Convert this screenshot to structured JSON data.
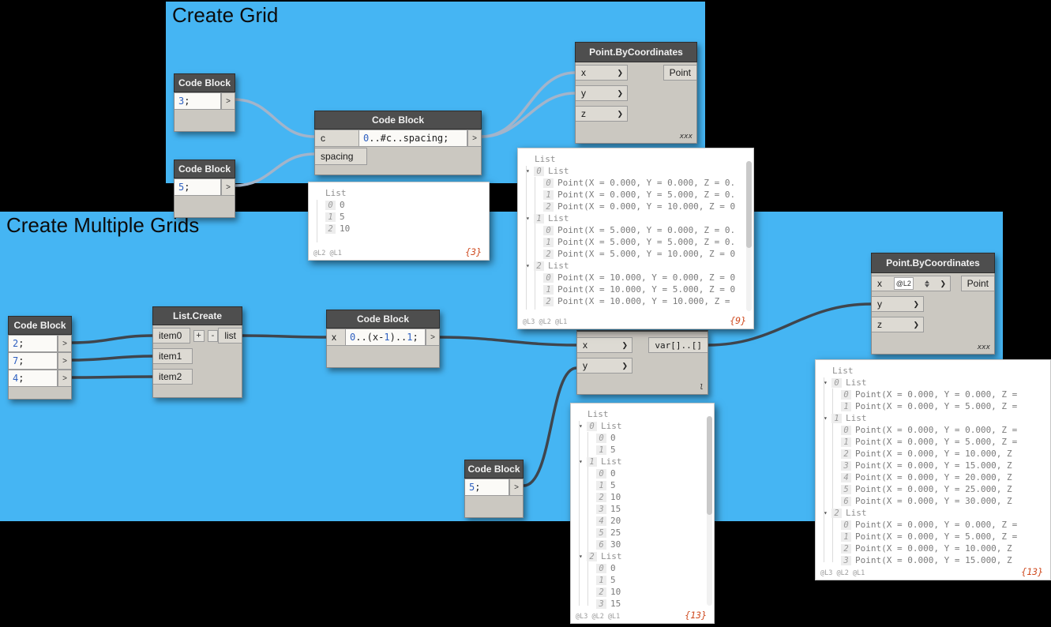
{
  "colors": {
    "group_blue": "#45b5f3",
    "wire_light": "#a3b4ca",
    "wire_dark": "#3f454d",
    "number_blue": "#2d5fc0",
    "count_orange": "#cf4a1f",
    "node_header": "#4e4e4e",
    "node_body": "#cbc8c1"
  },
  "groups": {
    "grid": {
      "title": "Create Grid"
    },
    "multi": {
      "title": "Create Multiple Grids"
    }
  },
  "nodes": {
    "cb3": {
      "title": "Code Block",
      "num": "3",
      "rest": ";",
      "out": ">"
    },
    "cb5a": {
      "title": "Code Block",
      "num": "5",
      "rest": ";",
      "out": ">"
    },
    "cb_range_grid": {
      "title": "Code Block",
      "in_c": "c",
      "in_spacing": "spacing",
      "code_num": "0",
      "code_rest": "..#c..spacing;",
      "out": ">"
    },
    "pbc_grid": {
      "title": "Point.ByCoordinates",
      "in_x": "x",
      "in_y": "y",
      "in_z": "z",
      "out": "Point",
      "lacing": "xxx"
    },
    "cb_multi_values": {
      "title": "Code Block",
      "lines": [
        {
          "num": "2",
          "rest": ";"
        },
        {
          "num": "7",
          "rest": ";"
        },
        {
          "num": "4",
          "rest": ";"
        }
      ],
      "out": ">"
    },
    "list_create": {
      "title": "List.Create",
      "in_0": "item0",
      "in_1": "item1",
      "in_2": "item2",
      "add": "+",
      "remove": "-",
      "out": "list"
    },
    "cb_range_multi": {
      "title": "Code Block",
      "in_x": "x",
      "p1": "0",
      "p2": "..(x-",
      "p3": "1",
      "p4": ")..",
      "p5": "1",
      "p6": ";",
      "out": ">"
    },
    "var_node": {
      "in_x": "x",
      "in_y": "y",
      "out": "var[]..[]",
      "lacing": "l"
    },
    "cb5b": {
      "title": "Code Block",
      "num": "5",
      "rest": ";",
      "out": ">"
    },
    "pbc_multi": {
      "title": "Point.ByCoordinates",
      "in_x": "x",
      "x_level": "@L2",
      "in_y": "y",
      "in_z": "z",
      "out": "Point",
      "lacing": "xxx"
    }
  },
  "panels": {
    "p3": {
      "rows": [
        {
          "k": "root",
          "v": "List",
          "d": 1
        },
        {
          "i": "0",
          "v": "0",
          "d": 1
        },
        {
          "i": "1",
          "v": "5",
          "d": 1
        },
        {
          "i": "2",
          "v": "10",
          "d": 1
        }
      ],
      "tags": "@L2 @L1",
      "count": "{3}"
    },
    "p9": {
      "rows": [
        {
          "k": "root",
          "v": "List",
          "d": 1
        },
        {
          "k": "sub",
          "tri": "▾",
          "i": "0",
          "v": "List",
          "d": 0
        },
        {
          "i": "0",
          "v": "Point(X = 0.000, Y = 0.000, Z = 0.",
          "d": 2
        },
        {
          "i": "1",
          "v": "Point(X = 0.000, Y = 5.000, Z = 0.",
          "d": 2
        },
        {
          "i": "2",
          "v": "Point(X = 0.000, Y = 10.000, Z = 0",
          "d": 2
        },
        {
          "k": "sub",
          "tri": "▾",
          "i": "1",
          "v": "List",
          "d": 0
        },
        {
          "i": "0",
          "v": "Point(X = 5.000, Y = 0.000, Z = 0.",
          "d": 2
        },
        {
          "i": "1",
          "v": "Point(X = 5.000, Y = 5.000, Z = 0.",
          "d": 2
        },
        {
          "i": "2",
          "v": "Point(X = 5.000, Y = 10.000, Z = 0",
          "d": 2
        },
        {
          "k": "sub",
          "tri": "▾",
          "i": "2",
          "v": "List",
          "d": 0
        },
        {
          "i": "0",
          "v": "Point(X = 10.000, Y = 0.000, Z = 0",
          "d": 2
        },
        {
          "i": "1",
          "v": "Point(X = 10.000, Y = 5.000, Z = 0",
          "d": 2
        },
        {
          "i": "2",
          "v": "Point(X = 10.000, Y = 10.000, Z =",
          "d": 2
        }
      ],
      "tags": "@L3 @L2 @L1",
      "count": "{9}"
    },
    "pm13": {
      "rows": [
        {
          "k": "root",
          "v": "List",
          "d": 1
        },
        {
          "k": "sub",
          "tri": "▾",
          "i": "0",
          "v": "List",
          "d": 0
        },
        {
          "i": "0",
          "v": "0",
          "d": 2
        },
        {
          "i": "1",
          "v": "5",
          "d": 2
        },
        {
          "k": "sub",
          "tri": "▾",
          "i": "1",
          "v": "List",
          "d": 0
        },
        {
          "i": "0",
          "v": "0",
          "d": 2
        },
        {
          "i": "1",
          "v": "5",
          "d": 2
        },
        {
          "i": "2",
          "v": "10",
          "d": 2
        },
        {
          "i": "3",
          "v": "15",
          "d": 2
        },
        {
          "i": "4",
          "v": "20",
          "d": 2
        },
        {
          "i": "5",
          "v": "25",
          "d": 2
        },
        {
          "i": "6",
          "v": "30",
          "d": 2
        },
        {
          "k": "sub",
          "tri": "▾",
          "i": "2",
          "v": "List",
          "d": 0
        },
        {
          "i": "0",
          "v": "0",
          "d": 2
        },
        {
          "i": "1",
          "v": "5",
          "d": 2
        },
        {
          "i": "2",
          "v": "10",
          "d": 2
        },
        {
          "i": "3",
          "v": "15",
          "d": 2
        }
      ],
      "tags": "@L3 @L2 @L1",
      "count": "{13}"
    },
    "pbr13": {
      "rows": [
        {
          "k": "root",
          "v": "List",
          "d": 1
        },
        {
          "k": "sub",
          "tri": "▾",
          "i": "0",
          "v": "List",
          "d": 0
        },
        {
          "i": "0",
          "v": "Point(X = 0.000, Y = 0.000, Z =",
          "d": 2
        },
        {
          "i": "1",
          "v": "Point(X = 0.000, Y = 5.000, Z =",
          "d": 2
        },
        {
          "k": "sub",
          "tri": "▾",
          "i": "1",
          "v": "List",
          "d": 0
        },
        {
          "i": "0",
          "v": "Point(X = 0.000, Y = 0.000, Z =",
          "d": 2
        },
        {
          "i": "1",
          "v": "Point(X = 0.000, Y = 5.000, Z =",
          "d": 2
        },
        {
          "i": "2",
          "v": "Point(X = 0.000, Y = 10.000, Z",
          "d": 2
        },
        {
          "i": "3",
          "v": "Point(X = 0.000, Y = 15.000, Z",
          "d": 2
        },
        {
          "i": "4",
          "v": "Point(X = 0.000, Y = 20.000, Z",
          "d": 2
        },
        {
          "i": "5",
          "v": "Point(X = 0.000, Y = 25.000, Z",
          "d": 2
        },
        {
          "i": "6",
          "v": "Point(X = 0.000, Y = 30.000, Z",
          "d": 2
        },
        {
          "k": "sub",
          "tri": "▾",
          "i": "2",
          "v": "List",
          "d": 0
        },
        {
          "i": "0",
          "v": "Point(X = 0.000, Y = 0.000, Z =",
          "d": 2
        },
        {
          "i": "1",
          "v": "Point(X = 0.000, Y = 5.000, Z =",
          "d": 2
        },
        {
          "i": "2",
          "v": "Point(X = 0.000, Y = 10.000, Z",
          "d": 2
        },
        {
          "i": "3",
          "v": "Point(X = 0.000, Y = 15.000, Z",
          "d": 2
        }
      ],
      "tags": "@L3 @L2 @L1",
      "count": "{13}"
    }
  }
}
